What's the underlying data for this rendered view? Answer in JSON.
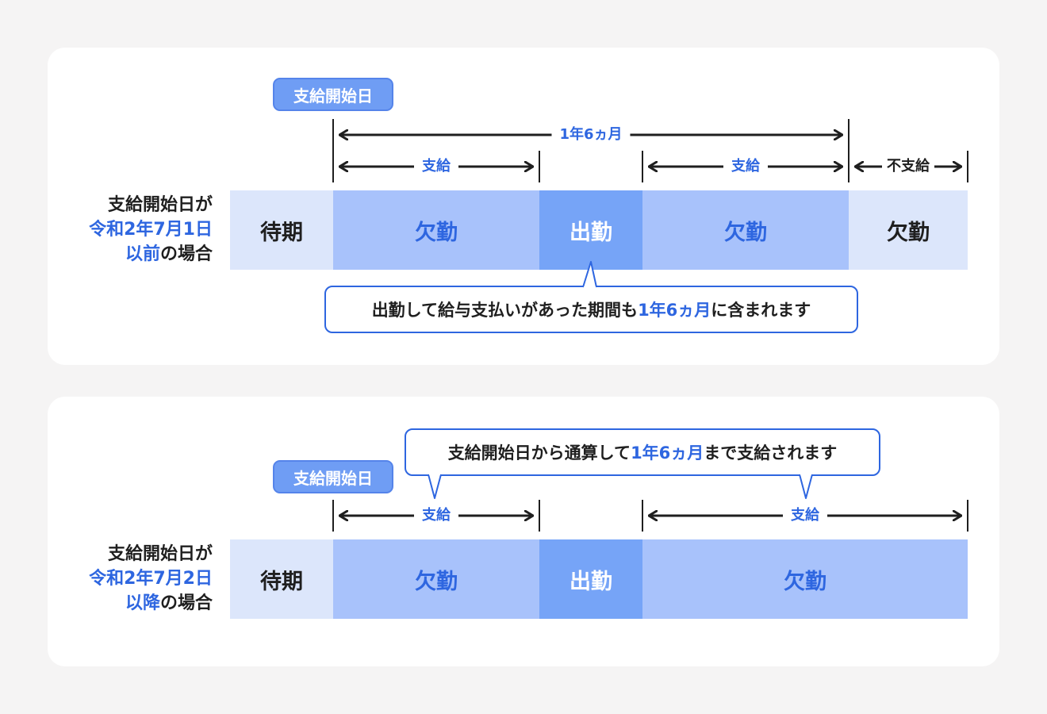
{
  "colors": {
    "accent_blue": "#2e66e0",
    "wait_fill": "#dce6fb",
    "absent_fill": "#a8c2fb",
    "work_fill": "#76a4f7",
    "badge_fill": "#6f9df4",
    "card_bg": "#ffffff",
    "page_bg": "#f5f4f4"
  },
  "top": {
    "badge": "支給開始日",
    "label_line1": "支給開始日が",
    "label_line2": "令和2年7月1日",
    "label_line3_blue": "以前",
    "label_line3_rest": "の場合",
    "span_total": "1年6ヵ月",
    "span_pay_1": "支給",
    "span_pay_2": "支給",
    "span_nopay": "不支給",
    "segments": {
      "s1": "待期",
      "s2": "欠勤",
      "s3": "出勤",
      "s4": "欠勤",
      "s5": "欠勤"
    },
    "callout_part1": "出勤して給与支払いがあった期間も",
    "callout_blue": "1年6ヵ月",
    "callout_part2": "に含まれます"
  },
  "bottom": {
    "badge": "支給開始日",
    "label_line1": "支給開始日が",
    "label_line2": "令和2年7月2日",
    "label_line3_blue": "以降",
    "label_line3_rest": "の場合",
    "span_pay_1": "支給",
    "span_pay_2": "支給",
    "segments": {
      "s1": "待期",
      "s2": "欠勤",
      "s3": "出勤",
      "s4": "欠勤"
    },
    "callout_part1": "支給開始日から通算して",
    "callout_blue": "1年6ヵ月",
    "callout_part2": "まで支給されます"
  }
}
